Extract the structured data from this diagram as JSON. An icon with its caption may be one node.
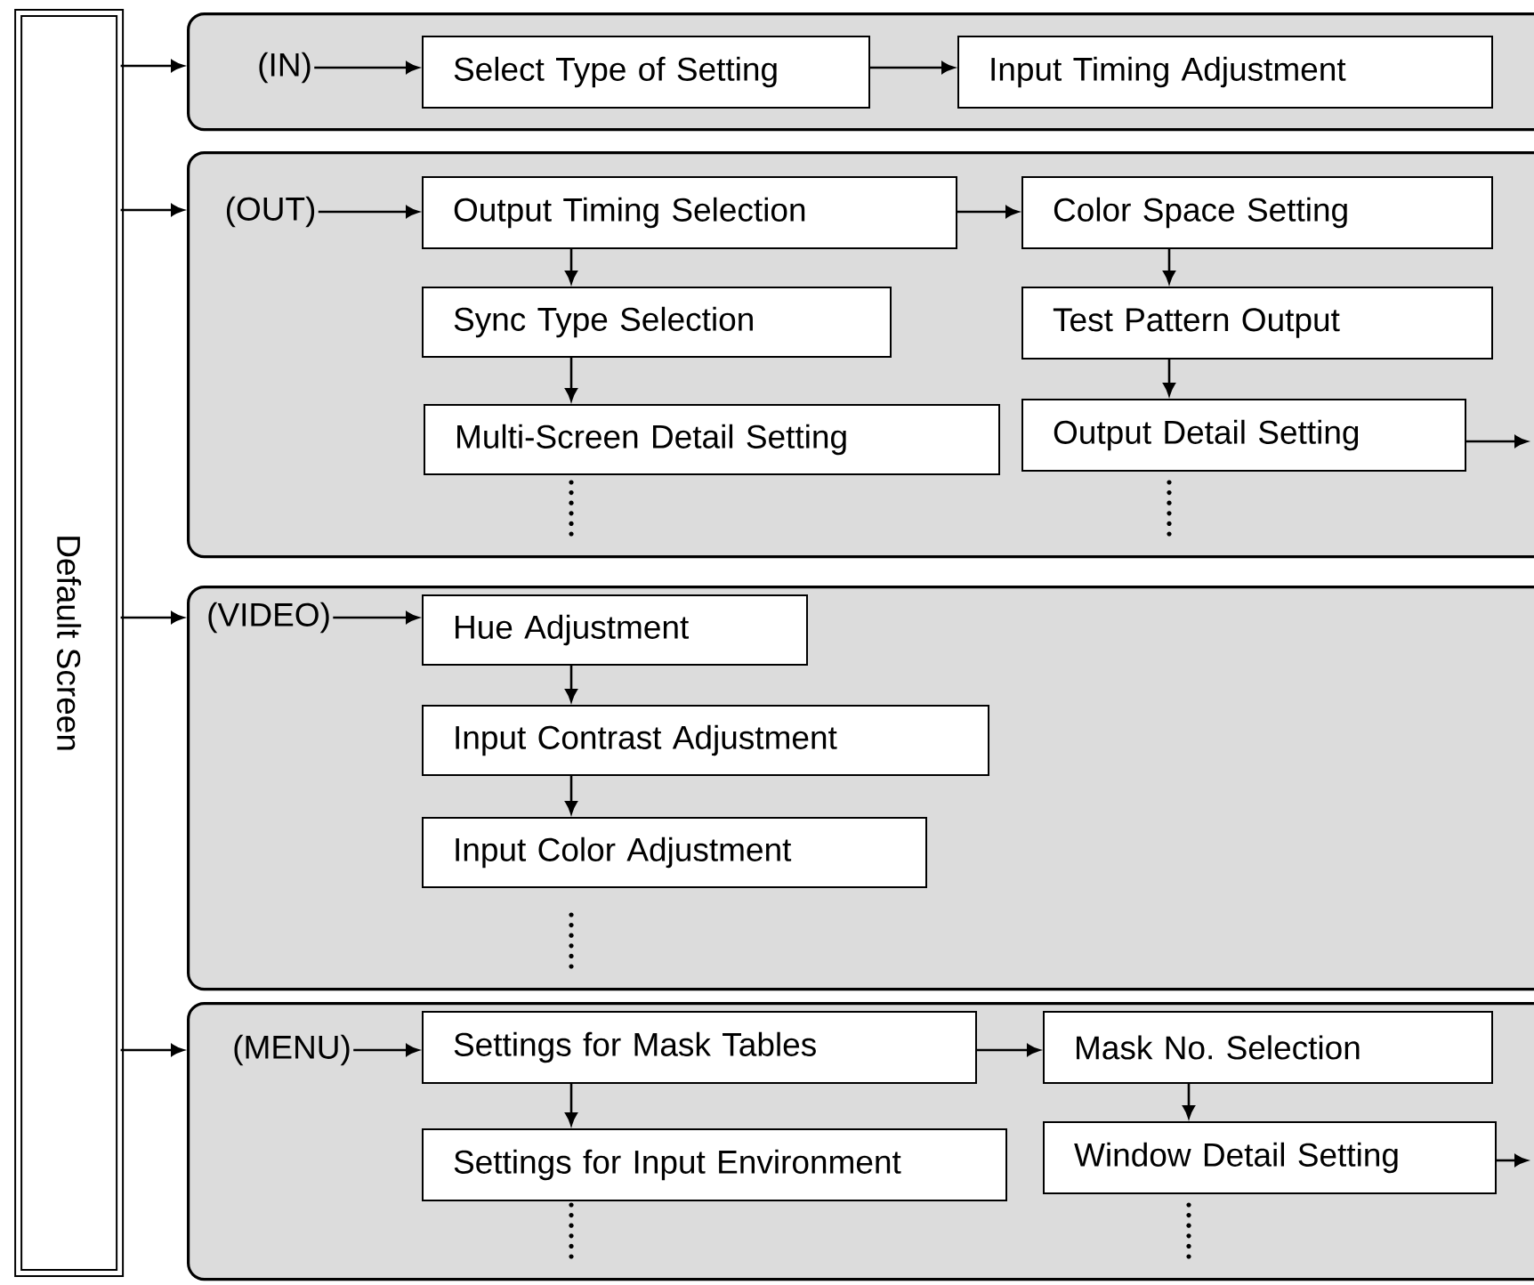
{
  "diagram": {
    "nodes": [
      {
        "text": [
          "Default Screen"
        ]
      },
      {
        "text": [],
        "shape": "box"
      },
      {
        "text": [
          "(IN)"
        ],
        "in": 1
      },
      {
        "text": [
          "Select Type of Setting"
        ],
        "in": 1
      },
      {
        "text": [
          "Input Timing Adjustment"
        ],
        "in": 1
      },
      {
        "text": [],
        "shape": "box"
      },
      {
        "text": [
          "(OUT)"
        ],
        "in": 5
      },
      {
        "text": [
          "Output Timing Selection"
        ],
        "in": 5
      },
      {
        "text": [
          "Color Space Setting"
        ],
        "in": 5
      },
      {
        "text": [
          "Sync Type Selection"
        ],
        "in": 5
      },
      {
        "text": [
          "Test Pattern Output"
        ],
        "in": 5
      },
      {
        "text": [
          "Multi-Screen Detail Setting"
        ],
        "in": 5
      },
      {
        "text": [
          "Output Detail Setting"
        ],
        "in": 5
      },
      {
        "text": [],
        "shape": "box"
      },
      {
        "text": [
          "(VIDEO)"
        ],
        "in": 13
      },
      {
        "text": [
          "Hue Adjustment"
        ],
        "in": 13
      },
      {
        "text": [
          "Input Contrast Adjustment"
        ],
        "in": 13
      },
      {
        "text": [
          "Input Color Adjustment"
        ],
        "in": 13
      },
      {
        "text": [],
        "shape": "box"
      },
      {
        "text": [
          "(MENU)"
        ],
        "in": 18
      },
      {
        "text": [
          "Settings for Mask Tables"
        ],
        "in": 18
      },
      {
        "text": [
          "Mask No. Selection"
        ],
        "in": 18
      },
      {
        "text": [
          "Settings for Input Environment"
        ],
        "in": 18
      },
      {
        "text": [
          "Window Detail Setting"
        ],
        "in": 18
      }
    ],
    "edges": [
      {
        "from": 0,
        "to": 1,
        "arrow": "to"
      },
      {
        "from": 0,
        "to": 5,
        "arrow": "to"
      },
      {
        "from": 0,
        "to": 13,
        "arrow": "to"
      },
      {
        "from": 0,
        "to": 18,
        "arrow": "to"
      },
      {
        "from": 2,
        "to": 3,
        "arrow": "to"
      },
      {
        "from": 3,
        "to": 4,
        "arrow": "to"
      },
      {
        "from": 6,
        "to": 7,
        "arrow": "to"
      },
      {
        "from": 7,
        "to": 8,
        "arrow": "to"
      },
      {
        "from": 7,
        "to": 9,
        "arrow": "to"
      },
      {
        "from": 9,
        "to": 11,
        "arrow": "to"
      },
      {
        "from": 8,
        "to": 10,
        "arrow": "to"
      },
      {
        "from": 10,
        "to": 12,
        "arrow": "to"
      },
      {
        "from": 12,
        "to": null,
        "arrow": "to"
      },
      {
        "from": 14,
        "to": 15,
        "arrow": "to"
      },
      {
        "from": 15,
        "to": 16,
        "arrow": "to"
      },
      {
        "from": 16,
        "to": 17,
        "arrow": "to"
      },
      {
        "from": 19,
        "to": 20,
        "arrow": "to"
      },
      {
        "from": 20,
        "to": 21,
        "arrow": "to"
      },
      {
        "from": 20,
        "to": 22,
        "arrow": "to"
      },
      {
        "from": 21,
        "to": 23,
        "arrow": "to"
      },
      {
        "from": 23,
        "to": null,
        "arrow": "to"
      }
    ]
  }
}
